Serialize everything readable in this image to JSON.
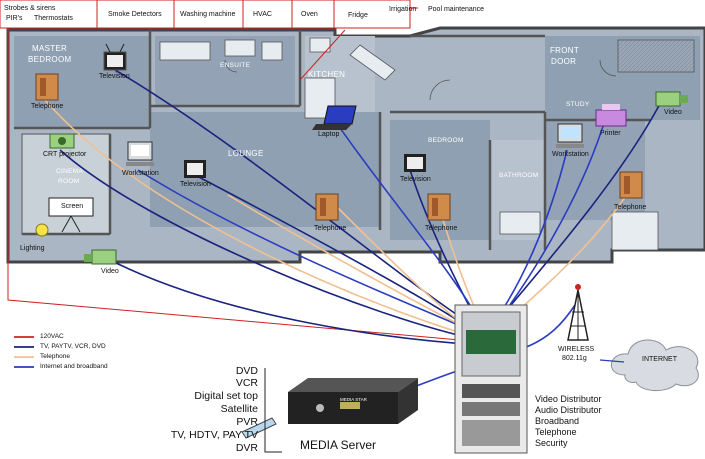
{
  "top_bar": {
    "strobes": "Strobes & sirens",
    "pirs": "PIR's",
    "thermostats": "Thermostats",
    "smoke": "Smoke Detectors",
    "washing": "Washing machine",
    "hvac": "HVAC",
    "oven": "Oven",
    "fridge": "Fridge",
    "irrigation": "Irrigation",
    "pool": "Pool maintenance"
  },
  "rooms": {
    "master": "MASTER",
    "bedroom": "BEDROOM",
    "ensuite": "ENSUITE",
    "kitchen": "KITCHEN",
    "front": "FRONT",
    "door": "DOOR",
    "study": "STUDY",
    "lounge": "LOUNGE",
    "cinema": "CINEMA",
    "cinema_room": "ROOM",
    "bedroom2": "BEDROOM",
    "bathroom": "BATHROOM"
  },
  "devices": {
    "tv_master": "Television",
    "telephone_master": "Telephone",
    "crt": "CRT projector",
    "screen": "Screen",
    "lighting": "Lighting",
    "video_left": "Video",
    "workstation_lounge": "Workstation",
    "tv_lounge": "Television",
    "laptop": "Laptop",
    "telephone_lounge": "Telephone",
    "tv_bedroom": "Television",
    "telephone_bedroom": "Telephone",
    "workstation_study": "Workstation",
    "printer": "Printer",
    "video_front": "Video",
    "telephone_study": "Telephone"
  },
  "legend": [
    {
      "label": "120VAC",
      "color": "#cc2222"
    },
    {
      "label": "TV, PAYTV, VCR, DVD",
      "color": "#1a237e"
    },
    {
      "label": "Telephone",
      "color": "#f0c090"
    },
    {
      "label": "Internet and broadband",
      "color": "#2a3cc0"
    }
  ],
  "sources": [
    "DVD",
    "VCR",
    "Digital set top",
    "Satellite",
    "PVR",
    "TV, HDTV, PAY TV",
    "DVR"
  ],
  "media_server": {
    "label": "MEDIA  Server",
    "brand": "MEDIA STAR"
  },
  "wireless": {
    "line1": "WIRELESS",
    "line2": "802.11g"
  },
  "internet": "INTERNET",
  "distributor": [
    "Video Distributor",
    "Audio Distributor",
    "Broadband",
    "Telephone",
    "Security"
  ]
}
